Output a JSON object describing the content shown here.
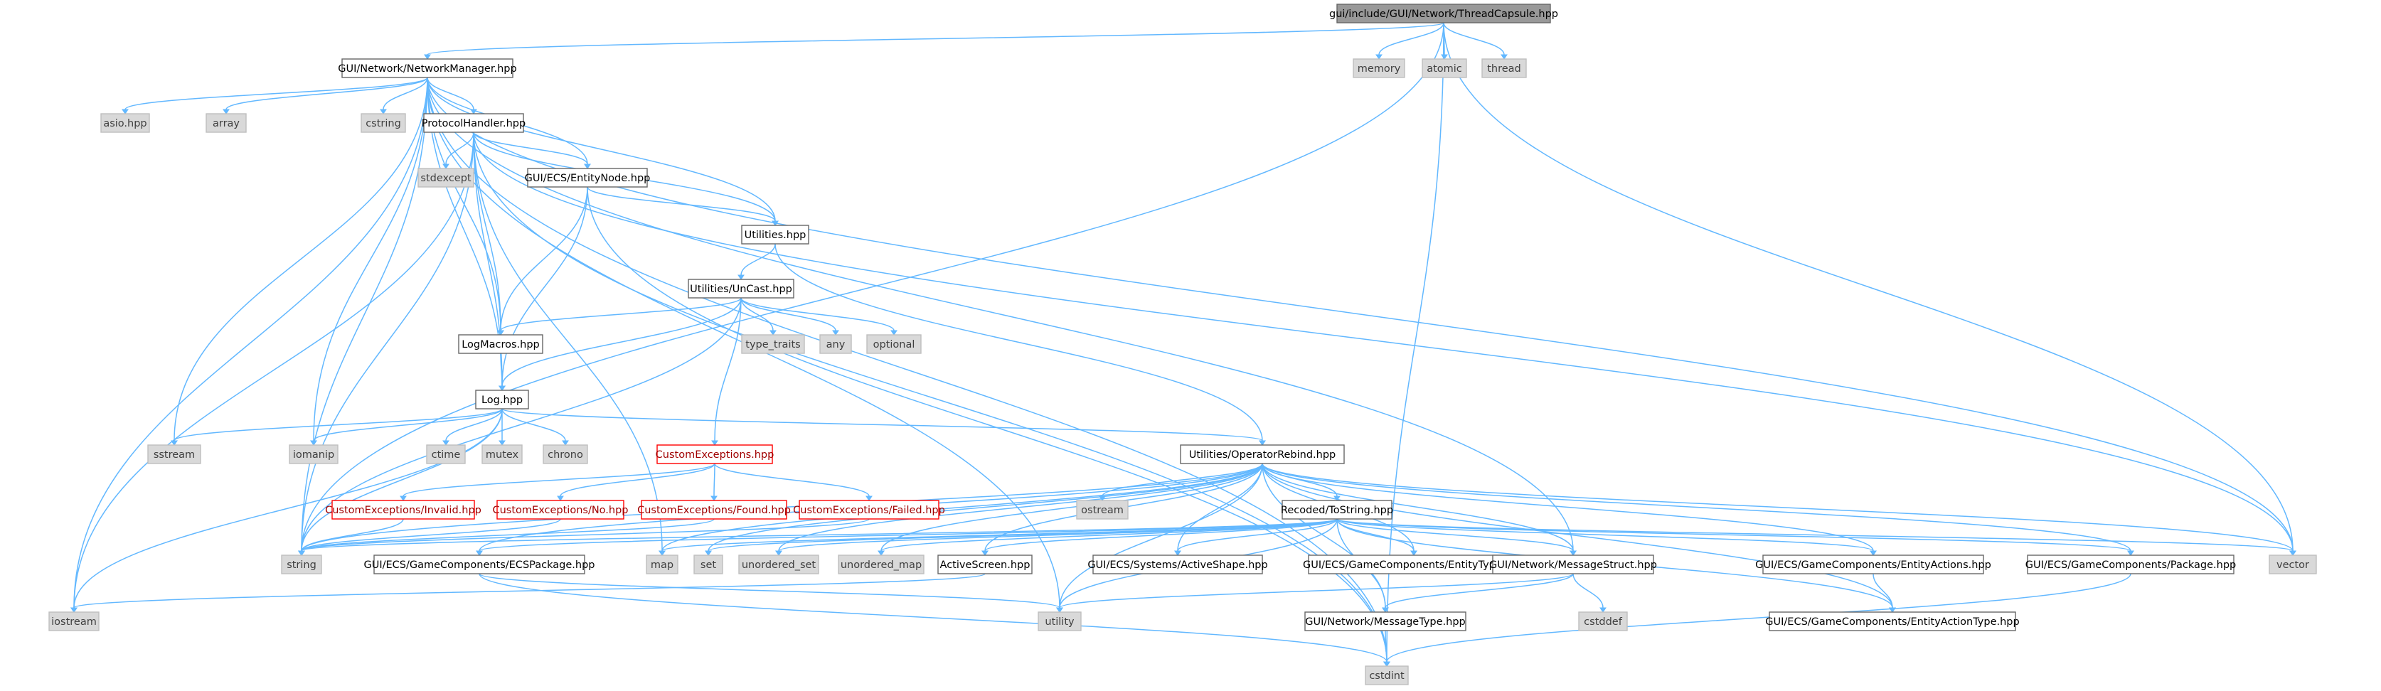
{
  "graph": {
    "title": "gui/include/GUI/Network/ThreadCapsule.hpp",
    "colors": {
      "edge": "#63b8ff",
      "root_fill": "#999999",
      "system_fill": "#d9d9d9",
      "error_border": "#ff0000"
    },
    "nodes": [
      {
        "id": "root",
        "label": "gui/include/GUI/Network/ThreadCapsule.hpp",
        "kind": "root"
      },
      {
        "id": "nm",
        "label": "GUI/Network/NetworkManager.hpp",
        "kind": "plain"
      },
      {
        "id": "memory",
        "label": "memory",
        "kind": "gray"
      },
      {
        "id": "atomic",
        "label": "atomic",
        "kind": "gray"
      },
      {
        "id": "thread",
        "label": "thread",
        "kind": "gray"
      },
      {
        "id": "asio",
        "label": "asio.hpp",
        "kind": "gray"
      },
      {
        "id": "array",
        "label": "array",
        "kind": "gray"
      },
      {
        "id": "cstring",
        "label": "cstring",
        "kind": "gray"
      },
      {
        "id": "ph",
        "label": "ProtocolHandler.hpp",
        "kind": "plain"
      },
      {
        "id": "stdexcept",
        "label": "stdexcept",
        "kind": "gray"
      },
      {
        "id": "entitynode",
        "label": "GUI/ECS/EntityNode.hpp",
        "kind": "plain"
      },
      {
        "id": "utilities",
        "label": "Utilities.hpp",
        "kind": "plain"
      },
      {
        "id": "uncast",
        "label": "Utilities/UnCast.hpp",
        "kind": "plain"
      },
      {
        "id": "typetraits",
        "label": "type_traits",
        "kind": "gray"
      },
      {
        "id": "any",
        "label": "any",
        "kind": "gray"
      },
      {
        "id": "optional",
        "label": "optional",
        "kind": "gray"
      },
      {
        "id": "logmacros",
        "label": "LogMacros.hpp",
        "kind": "plain"
      },
      {
        "id": "log",
        "label": "Log.hpp",
        "kind": "plain"
      },
      {
        "id": "sstream",
        "label": "sstream",
        "kind": "gray"
      },
      {
        "id": "iomanip",
        "label": "iomanip",
        "kind": "gray"
      },
      {
        "id": "ctime",
        "label": "ctime",
        "kind": "gray"
      },
      {
        "id": "mutex",
        "label": "mutex",
        "kind": "gray"
      },
      {
        "id": "chrono",
        "label": "chrono",
        "kind": "gray"
      },
      {
        "id": "customexc",
        "label": "CustomExceptions.hpp",
        "kind": "red"
      },
      {
        "id": "ceinvalid",
        "label": "CustomExceptions/Invalid.hpp",
        "kind": "red"
      },
      {
        "id": "ceno",
        "label": "CustomExceptions/No.hpp",
        "kind": "red"
      },
      {
        "id": "cefound",
        "label": "CustomExceptions/Found.hpp",
        "kind": "red"
      },
      {
        "id": "cefailed",
        "label": "CustomExceptions/Failed.hpp",
        "kind": "red"
      },
      {
        "id": "oprebind",
        "label": "Utilities/OperatorRebind.hpp",
        "kind": "plain"
      },
      {
        "id": "ostream",
        "label": "ostream",
        "kind": "gray"
      },
      {
        "id": "recoded",
        "label": "Recoded/ToString.hpp",
        "kind": "plain"
      },
      {
        "id": "string",
        "label": "string",
        "kind": "gray"
      },
      {
        "id": "ecspackage",
        "label": "GUI/ECS/GameComponents/ECSPackage.hpp",
        "kind": "plain"
      },
      {
        "id": "map",
        "label": "map",
        "kind": "gray"
      },
      {
        "id": "set",
        "label": "set",
        "kind": "gray"
      },
      {
        "id": "uset",
        "label": "unordered_set",
        "kind": "gray"
      },
      {
        "id": "umap",
        "label": "unordered_map",
        "kind": "gray"
      },
      {
        "id": "activescreen",
        "label": "ActiveScreen.hpp",
        "kind": "plain"
      },
      {
        "id": "activeshape",
        "label": "GUI/ECS/Systems/ActiveShape.hpp",
        "kind": "plain"
      },
      {
        "id": "entitytype",
        "label": "GUI/ECS/GameComponents/EntityType.hpp",
        "kind": "plain"
      },
      {
        "id": "msgstruct",
        "label": "GUI/Network/MessageStruct.hpp",
        "kind": "plain"
      },
      {
        "id": "entityactions",
        "label": "GUI/ECS/GameComponents/EntityActions.hpp",
        "kind": "plain"
      },
      {
        "id": "package",
        "label": "GUI/ECS/GameComponents/Package.hpp",
        "kind": "plain"
      },
      {
        "id": "vector",
        "label": "vector",
        "kind": "gray"
      },
      {
        "id": "iostream",
        "label": "iostream",
        "kind": "gray"
      },
      {
        "id": "utility",
        "label": "utility",
        "kind": "gray"
      },
      {
        "id": "msgtype",
        "label": "GUI/Network/MessageType.hpp",
        "kind": "plain"
      },
      {
        "id": "cstddef",
        "label": "cstddef",
        "kind": "gray"
      },
      {
        "id": "entityactiontype",
        "label": "GUI/ECS/GameComponents/EntityActionType.hpp",
        "kind": "plain"
      },
      {
        "id": "cstdint",
        "label": "cstdint",
        "kind": "gray"
      }
    ],
    "edges": [
      [
        "root",
        "nm"
      ],
      [
        "root",
        "memory"
      ],
      [
        "root",
        "atomic"
      ],
      [
        "root",
        "thread"
      ],
      [
        "root",
        "string"
      ],
      [
        "root",
        "vector"
      ],
      [
        "root",
        "cstdint"
      ],
      [
        "nm",
        "asio"
      ],
      [
        "nm",
        "array"
      ],
      [
        "nm",
        "cstring"
      ],
      [
        "nm",
        "ph"
      ],
      [
        "nm",
        "sstream"
      ],
      [
        "nm",
        "iomanip"
      ],
      [
        "nm",
        "iostream"
      ],
      [
        "nm",
        "string"
      ],
      [
        "nm",
        "entitynode"
      ],
      [
        "nm",
        "utilities"
      ],
      [
        "nm",
        "logmacros"
      ],
      [
        "nm",
        "log"
      ],
      [
        "nm",
        "msgstruct"
      ],
      [
        "nm",
        "vector"
      ],
      [
        "nm",
        "cstdint"
      ],
      [
        "nm",
        "utility"
      ],
      [
        "ph",
        "stdexcept"
      ],
      [
        "ph",
        "entitynode"
      ],
      [
        "ph",
        "utilities"
      ],
      [
        "ph",
        "logmacros"
      ],
      [
        "ph",
        "log"
      ],
      [
        "ph",
        "string"
      ],
      [
        "ph",
        "iostream"
      ],
      [
        "ph",
        "cstdint"
      ],
      [
        "ph",
        "vector"
      ],
      [
        "ph",
        "map"
      ],
      [
        "entitynode",
        "utilities"
      ],
      [
        "entitynode",
        "logmacros"
      ],
      [
        "entitynode",
        "log"
      ],
      [
        "entitynode",
        "cstdint"
      ],
      [
        "utilities",
        "uncast"
      ],
      [
        "utilities",
        "oprebind"
      ],
      [
        "uncast",
        "logmacros"
      ],
      [
        "uncast",
        "log"
      ],
      [
        "uncast",
        "typetraits"
      ],
      [
        "uncast",
        "any"
      ],
      [
        "uncast",
        "optional"
      ],
      [
        "uncast",
        "customexc"
      ],
      [
        "uncast",
        "string"
      ],
      [
        "logmacros",
        "log"
      ],
      [
        "log",
        "sstream"
      ],
      [
        "log",
        "iomanip"
      ],
      [
        "log",
        "ctime"
      ],
      [
        "log",
        "mutex"
      ],
      [
        "log",
        "chrono"
      ],
      [
        "log",
        "string"
      ],
      [
        "log",
        "iostream"
      ],
      [
        "log",
        "oprebind"
      ],
      [
        "customexc",
        "ceinvalid"
      ],
      [
        "customexc",
        "ceno"
      ],
      [
        "customexc",
        "cefound"
      ],
      [
        "customexc",
        "cefailed"
      ],
      [
        "ceinvalid",
        "string"
      ],
      [
        "ceno",
        "string"
      ],
      [
        "cefound",
        "string"
      ],
      [
        "cefailed",
        "string"
      ],
      [
        "oprebind",
        "ostream"
      ],
      [
        "oprebind",
        "recoded"
      ],
      [
        "oprebind",
        "string"
      ],
      [
        "oprebind",
        "ecspackage"
      ],
      [
        "oprebind",
        "map"
      ],
      [
        "oprebind",
        "set"
      ],
      [
        "oprebind",
        "uset"
      ],
      [
        "oprebind",
        "umap"
      ],
      [
        "oprebind",
        "activescreen"
      ],
      [
        "oprebind",
        "activeshape"
      ],
      [
        "oprebind",
        "entitytype"
      ],
      [
        "oprebind",
        "msgstruct"
      ],
      [
        "oprebind",
        "entityactions"
      ],
      [
        "oprebind",
        "package"
      ],
      [
        "oprebind",
        "vector"
      ],
      [
        "oprebind",
        "utility"
      ],
      [
        "oprebind",
        "msgtype"
      ],
      [
        "oprebind",
        "entityactiontype"
      ],
      [
        "recoded",
        "string"
      ],
      [
        "recoded",
        "ecspackage"
      ],
      [
        "recoded",
        "map"
      ],
      [
        "recoded",
        "set"
      ],
      [
        "recoded",
        "uset"
      ],
      [
        "recoded",
        "umap"
      ],
      [
        "recoded",
        "activescreen"
      ],
      [
        "recoded",
        "activeshape"
      ],
      [
        "recoded",
        "entitytype"
      ],
      [
        "recoded",
        "msgstruct"
      ],
      [
        "recoded",
        "entityactions"
      ],
      [
        "recoded",
        "package"
      ],
      [
        "recoded",
        "vector"
      ],
      [
        "recoded",
        "utility"
      ],
      [
        "recoded",
        "msgtype"
      ],
      [
        "recoded",
        "entityactiontype"
      ],
      [
        "ecspackage",
        "cstdint"
      ],
      [
        "ecspackage",
        "utility"
      ],
      [
        "activescreen",
        "iostream"
      ],
      [
        "msgstruct",
        "msgtype"
      ],
      [
        "msgstruct",
        "cstddef"
      ],
      [
        "msgstruct",
        "utility"
      ],
      [
        "entityactions",
        "entityactiontype"
      ],
      [
        "package",
        "cstdint"
      ],
      [
        "msgtype",
        "cstdint"
      ]
    ]
  }
}
